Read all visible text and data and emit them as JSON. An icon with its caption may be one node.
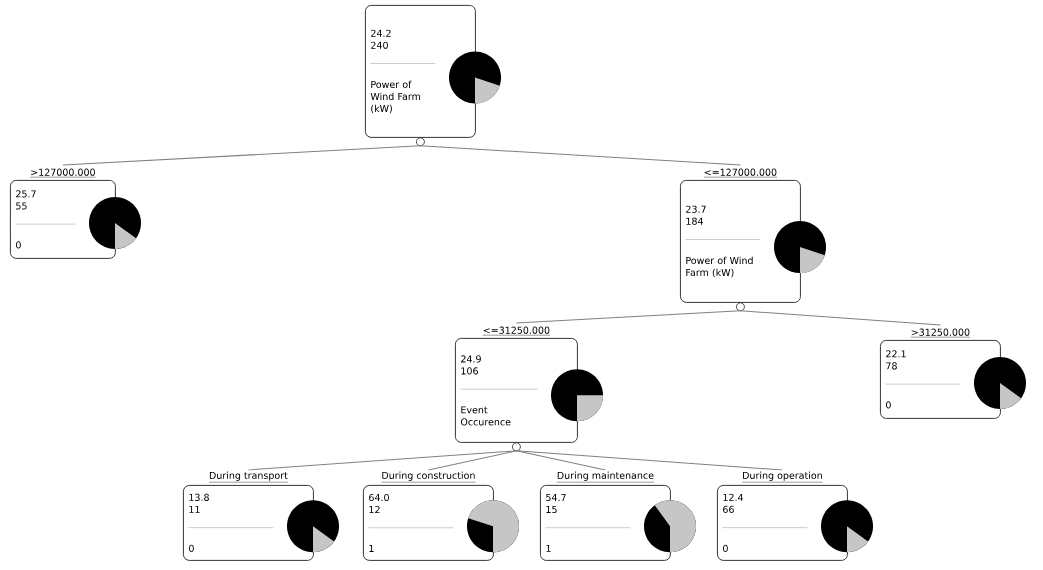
{
  "diagram": {
    "nodes": [
      {
        "text": [
          "24.2",
          "240",
          "Power of Wind Farm (kW)"
        ]
      },
      {
        "text": [
          "25.7",
          "55",
          "0"
        ]
      },
      {
        "text": [
          "23.7",
          "184",
          "Power of Wind Farm (kW)"
        ]
      },
      {
        "text": [
          "24.9",
          "106",
          "Event Occurence"
        ]
      },
      {
        "text": [
          "22.1",
          "78",
          "0"
        ]
      },
      {
        "text": [
          "13.8",
          "11",
          "0"
        ]
      },
      {
        "text": [
          "64.0",
          "12",
          "1"
        ]
      },
      {
        "text": [
          "54.7",
          "15",
          "1"
        ]
      },
      {
        "text": [
          "12.4",
          "66",
          "0"
        ]
      }
    ],
    "edges": [
      {
        "from": 0,
        "to": 1,
        "arrow": "none",
        "label": ">127000.000"
      },
      {
        "from": 0,
        "to": 2,
        "arrow": "none",
        "label": "<=127000.000"
      },
      {
        "from": 2,
        "to": 3,
        "arrow": "none",
        "label": "<=31250.000"
      },
      {
        "from": 2,
        "to": 4,
        "arrow": "none",
        "label": ">31250.000"
      },
      {
        "from": 3,
        "to": 5,
        "arrow": "none",
        "label": "During transport"
      },
      {
        "from": 3,
        "to": 6,
        "arrow": "none",
        "label": "During construction"
      },
      {
        "from": 3,
        "to": 7,
        "arrow": "none",
        "label": "During maintenance"
      },
      {
        "from": 3,
        "to": 8,
        "arrow": "none",
        "label": "During operation"
      }
    ]
  }
}
